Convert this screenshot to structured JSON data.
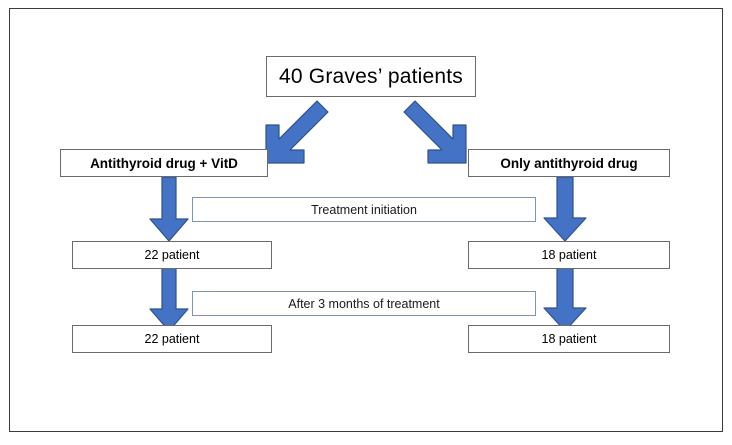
{
  "figure": {
    "type": "flowchart",
    "title_box": {
      "label": "40 Graves’ patients"
    },
    "colors": {
      "arrow_fill": "#4472C4",
      "arrow_stroke": "#2F528F",
      "box_border": "#6B6B6B",
      "stage_box_border": "#7F95B5",
      "frame_border": "#3A3A3A",
      "background": "#FFFFFF",
      "text": "#000000"
    },
    "branches": [
      {
        "side": "left",
        "group_label": "Antithyroid drug + VitD",
        "counts": [
          "22 patient",
          "22 patient"
        ]
      },
      {
        "side": "right",
        "group_label": "Only antithyroid drug",
        "counts": [
          "18 patient",
          "18 patient"
        ]
      }
    ],
    "stages": [
      {
        "label": "Treatment initiation"
      },
      {
        "label": "After 3 months of treatment"
      }
    ],
    "arrows": [
      {
        "name": "split-left-arrow",
        "direction": "down-left"
      },
      {
        "name": "split-right-arrow",
        "direction": "down-right"
      },
      {
        "name": "left-treatment-arrow",
        "direction": "down"
      },
      {
        "name": "right-treatment-arrow",
        "direction": "down"
      },
      {
        "name": "left-followup-arrow",
        "direction": "down"
      },
      {
        "name": "right-followup-arrow",
        "direction": "down"
      }
    ]
  }
}
